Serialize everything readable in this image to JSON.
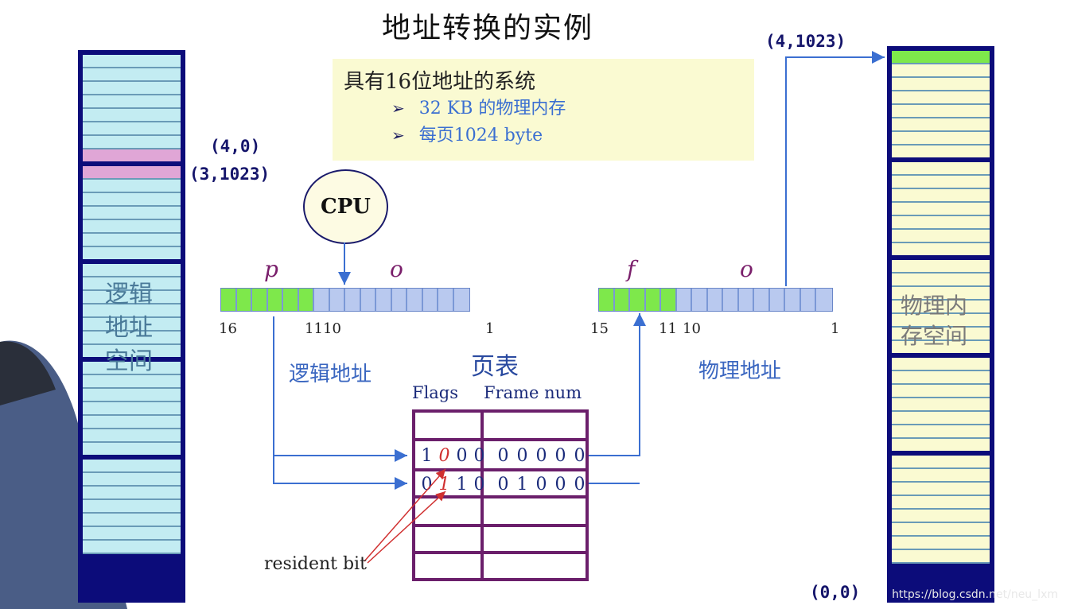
{
  "title": "地址转换的实例",
  "info": {
    "heading": "具有16位地址的系统",
    "bullets": [
      "32 KB 的物理内存",
      "每页1024 byte"
    ]
  },
  "logical_space": {
    "label_lines": [
      "逻辑",
      "地址",
      "空间"
    ],
    "coord_top": "(4,0)",
    "coord_bottom": "(3,1023)",
    "highlight_color": "#e0a6d6",
    "cell_color": "#c3ecf2",
    "border_color": "#0c0c7a"
  },
  "physical_space": {
    "label_lines": [
      "物理内",
      "存空间"
    ],
    "coord_top": "(4,1023)",
    "coord_bottom": "(0,0)",
    "highlight_color": "#7ee84b",
    "cell_color": "#fafad2"
  },
  "cpu_label": "CPU",
  "logical_address": {
    "p_label": "p",
    "o_label": "o",
    "tick_left": "16",
    "tick_mid_a": "11",
    "tick_mid_b": "10",
    "tick_right": "1",
    "caption": "逻辑地址",
    "green_bits": 6,
    "total_bits": 16
  },
  "physical_address": {
    "f_label": "f",
    "o_label": "o",
    "tick_left": "15",
    "tick_mid_a": "11",
    "tick_mid_b": "10",
    "tick_right": "1",
    "caption": "物理地址",
    "green_bits": 5,
    "total_bits": 15
  },
  "page_table": {
    "title": "页表",
    "col_flags": "Flags",
    "col_frame": "Frame num",
    "row1": [
      "1",
      "0",
      "0",
      "0",
      "0",
      "0",
      "0",
      "0",
      "0"
    ],
    "row2": [
      "0",
      "1",
      "1",
      "0",
      "0",
      "1",
      "0",
      "0",
      "0"
    ]
  },
  "resident_bit_label": "resident bit",
  "watermark": "https://blog.csdn.net/neu_lxm"
}
